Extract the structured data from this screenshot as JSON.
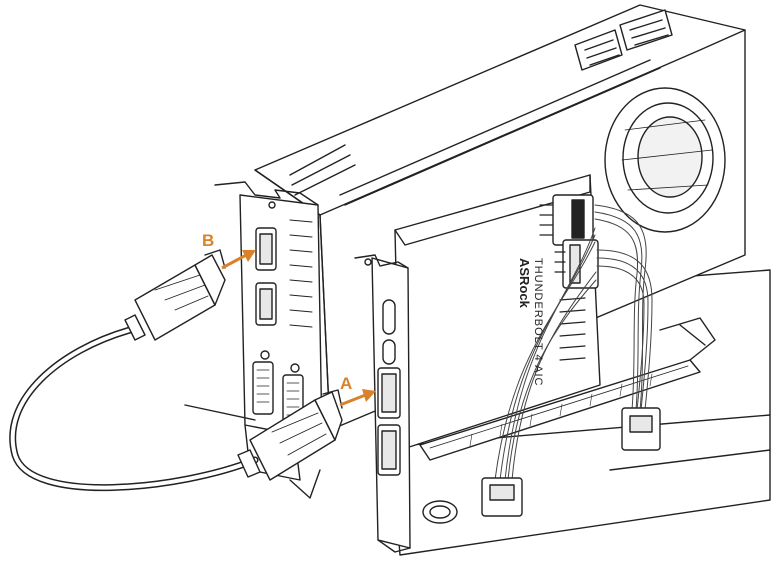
{
  "labels": {
    "a": "A",
    "b": "B"
  },
  "card": {
    "brand": "ASRock",
    "model_text": "THUNDERBOLT 4 AIC"
  },
  "colors": {
    "callout": "#d9822b",
    "line": "#222222",
    "fill": "#ffffff",
    "shade": "#e8e8e8"
  }
}
